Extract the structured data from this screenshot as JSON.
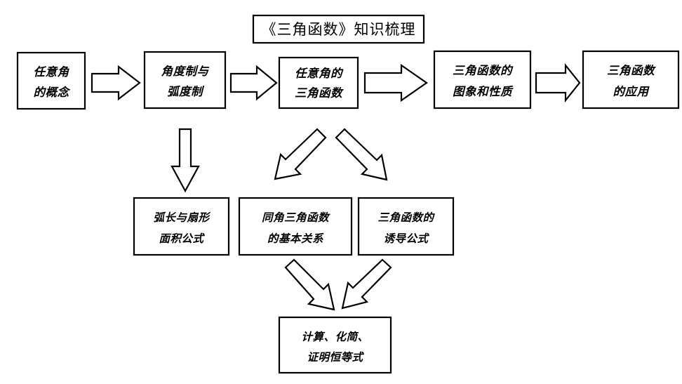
{
  "title": {
    "label": "《三角函数》知识梳理"
  },
  "colors": {
    "background": "#ffffff",
    "stroke": "#000000",
    "fill": "#ffffff"
  },
  "nodes": {
    "n1": {
      "line1": "任意角",
      "line2": "的概念"
    },
    "n2": {
      "line1": "角度制与",
      "line2": "弧度制"
    },
    "n3": {
      "line1": "任意角的",
      "line2": "三角函数"
    },
    "n4": {
      "line1": "三角函数的",
      "line2": "图象和性质"
    },
    "n5": {
      "line1": "三角函数",
      "line2": "的应用"
    },
    "n6": {
      "line1": "弧长与扇形",
      "line2": "面积公式"
    },
    "n7": {
      "line1": "同角三角函数",
      "line2": "的基本关系"
    },
    "n8": {
      "line1": "三角函数的",
      "line2": "诱导公式"
    },
    "n9": {
      "line1": "计算、化简、",
      "line2": "证明恒等式"
    }
  },
  "connectors": {
    "c1": {
      "from": "n1",
      "to": "n2",
      "direction": "right"
    },
    "c2": {
      "from": "n2",
      "to": "n3",
      "direction": "right"
    },
    "c3": {
      "from": "n3",
      "to": "n4",
      "direction": "right"
    },
    "c4": {
      "from": "n4",
      "to": "n5",
      "direction": "right"
    },
    "c5": {
      "from": "n2",
      "to": "n6",
      "direction": "down"
    },
    "c6": {
      "from": "n3",
      "to": "n7",
      "direction": "down-left"
    },
    "c7": {
      "from": "n3",
      "to": "n8",
      "direction": "down-right"
    },
    "c8": {
      "from": "n7",
      "to": "n9",
      "direction": "down-right"
    },
    "c9": {
      "from": "n8",
      "to": "n9",
      "direction": "down-left"
    }
  }
}
